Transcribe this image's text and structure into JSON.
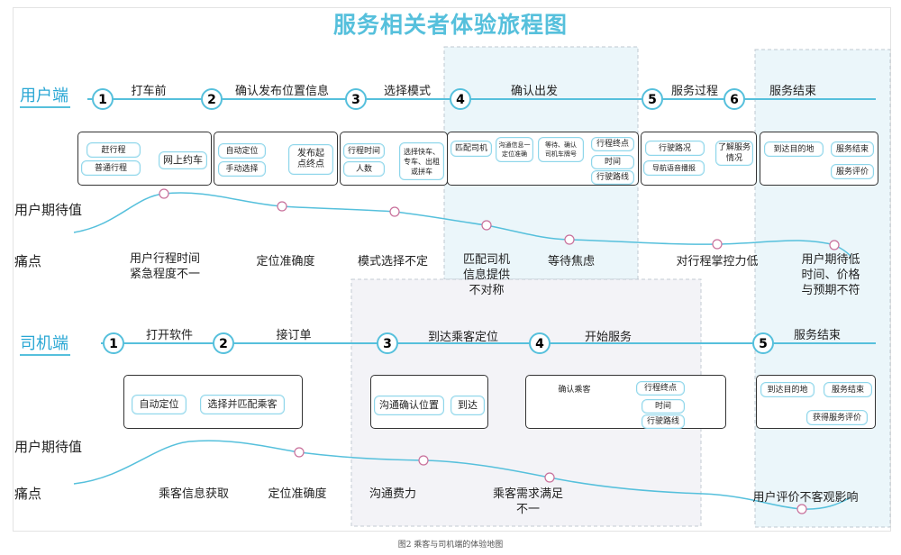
{
  "title": "服务相关者体验旅程图",
  "caption": "图2 乘客与司机端的体验地图",
  "colors": {
    "accent": "#56c0dc",
    "shade": "#e9f6fa",
    "node": "#c86f9a"
  },
  "passenger": {
    "label": "用户端",
    "expect_label": "用户期待值",
    "pain_label": "痛点",
    "steps": [
      {
        "num": "1",
        "label": "打车前"
      },
      {
        "num": "2",
        "label": "确认发布位置信息"
      },
      {
        "num": "3",
        "label": "选择模式"
      },
      {
        "num": "4",
        "label": "确认出发"
      },
      {
        "num": "5",
        "label": "服务过程"
      },
      {
        "num": "6",
        "label": "服务结束"
      }
    ],
    "boxes": {
      "b1": "赶行程",
      "b2": "普通行程",
      "b3": "网上约车",
      "b4": "自动定位",
      "b5": "手动选择",
      "b6": "发布起\n点终点",
      "b7": "行程时间",
      "b8": "人数",
      "b9": "选择快车、\n专车、出租\n或拼车",
      "b10": "匹配司机",
      "b11": "沟通信息一\n定位准确",
      "b12": "等待、确认\n司机车牌号",
      "b13": "行程终点",
      "b14": "时间",
      "b15": "行驶路线",
      "b16": "行驶路况",
      "b17": "导航语音播报",
      "b18": "了解服务\n情况",
      "b19": "到达目的地",
      "b20": "服务结束",
      "b21": "服务评价"
    },
    "pains": [
      "用户行程时间\n紧急程度不一",
      "定位准确度",
      "模式选择不定",
      "匹配司机\n信息提供\n不对称",
      "等待焦虑",
      "对行程掌控力低",
      "用户期待低\n时间、价格\n与预期不符"
    ]
  },
  "driver": {
    "label": "司机端",
    "expect_label": "用户期待值",
    "pain_label": "痛点",
    "steps": [
      {
        "num": "1",
        "label": "打开软件"
      },
      {
        "num": "2",
        "label": "接订单"
      },
      {
        "num": "3",
        "label": "到达乘客定位"
      },
      {
        "num": "4",
        "label": "开始服务"
      },
      {
        "num": "5",
        "label": "服务结束"
      }
    ],
    "boxes": {
      "d1": "自动定位",
      "d2": "选择并匹配乘客",
      "d3": "沟通确认位置",
      "d4": "到达",
      "d5": "确认乘客",
      "d6": "行程终点",
      "d7": "时间",
      "d8": "行驶路线",
      "d9": "到达目的地",
      "d10": "服务结束",
      "d11": "获得服务评价"
    },
    "pains": [
      "乘客信息获取",
      "定位准确度",
      "沟通费力",
      "乘客需求满足\n不一",
      "用户评价不客观影响"
    ]
  }
}
